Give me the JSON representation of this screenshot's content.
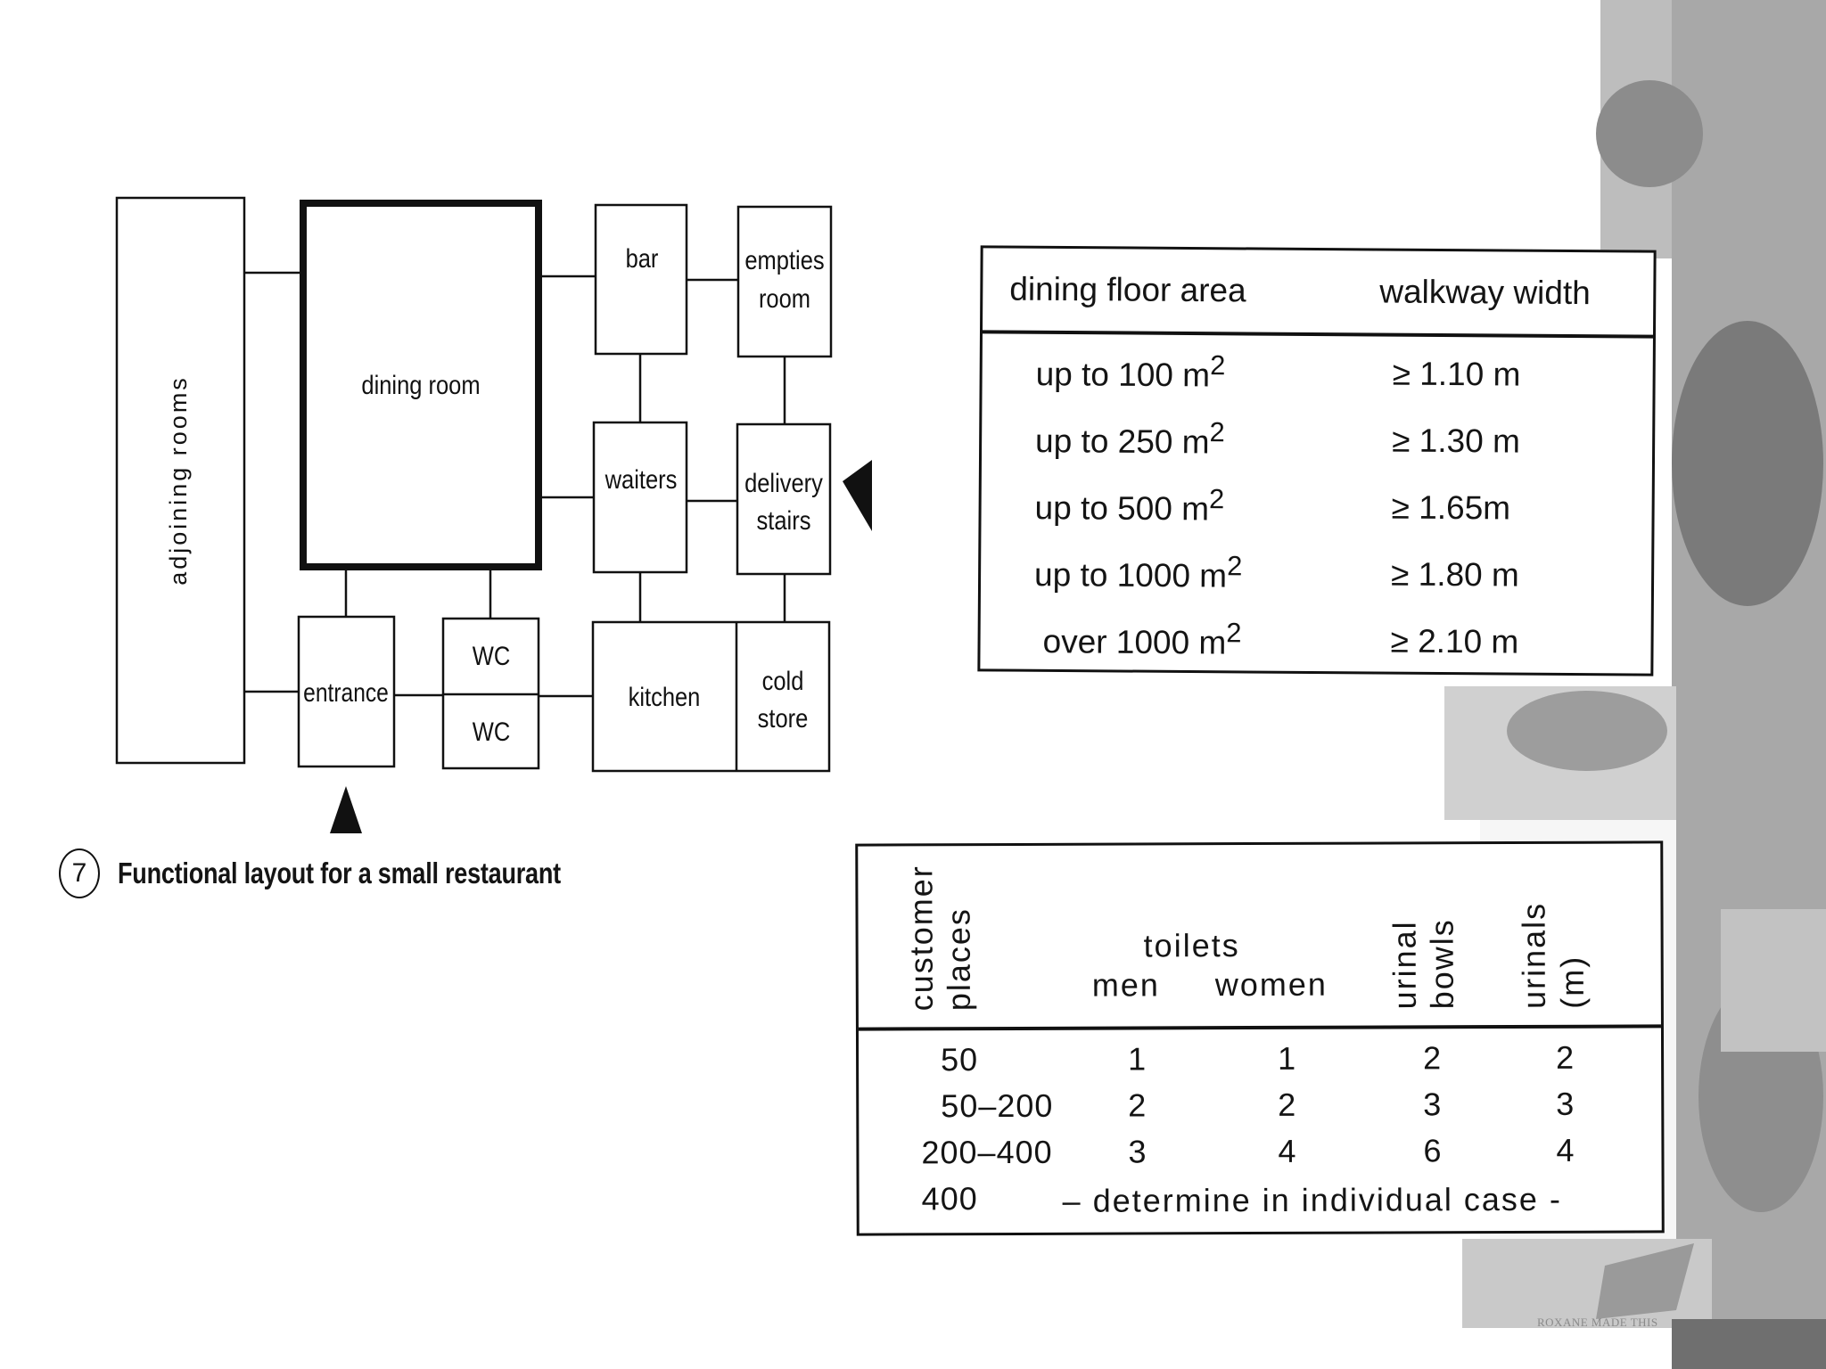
{
  "diagram": {
    "rooms": {
      "adjoining": "adjoining rooms",
      "dining": "dining room",
      "bar": "bar",
      "empties_1": "empties",
      "empties_2": "room",
      "waiters": "waiters",
      "delivery_1": "delivery",
      "delivery_2": "stairs",
      "entrance": "entrance",
      "wc_top": "WC",
      "wc_bottom": "WC",
      "kitchen": "kitchen",
      "cold_1": "cold",
      "cold_2": "store"
    },
    "caption_number": "7",
    "caption": "Functional layout for a small restaurant"
  },
  "walkway_table": {
    "headers": [
      "dining floor area",
      "walkway width"
    ],
    "rows": [
      {
        "area": "up to  100 m",
        "sup": "2",
        "width": "≥ 1.10 m"
      },
      {
        "area": "up to  250 m",
        "sup": "2",
        "width": "≥ 1.30 m"
      },
      {
        "area": "up to  500 m",
        "sup": "2",
        "width": "≥  1.65m"
      },
      {
        "area": "up to 1000 m",
        "sup": "2",
        "width": "≥ 1.80 m"
      },
      {
        "area": "over 1000 m",
        "sup": "2",
        "width": "≥ 2.10 m"
      }
    ]
  },
  "toilets_table": {
    "headers": {
      "customer_1": "customer",
      "customer_2": "places",
      "toilets": "toilets",
      "men": "men",
      "women": "women",
      "bowls_1": "urinal",
      "bowls_2": "bowls",
      "urinals_1": "urinals",
      "urinals_2": "(m)"
    },
    "rows": [
      {
        "places": "50",
        "men": "1",
        "women": "1",
        "bowls": "2",
        "urinals": "2"
      },
      {
        "places": "50–200",
        "men": "2",
        "women": "2",
        "bowls": "3",
        "urinals": "3"
      },
      {
        "places": "200–400",
        "men": "3",
        "women": "4",
        "bowls": "6",
        "urinals": "4"
      }
    ],
    "last_row": {
      "places": "400",
      "note": "– determine in individual case -"
    }
  },
  "signature": "ROXANE MADE THIS"
}
